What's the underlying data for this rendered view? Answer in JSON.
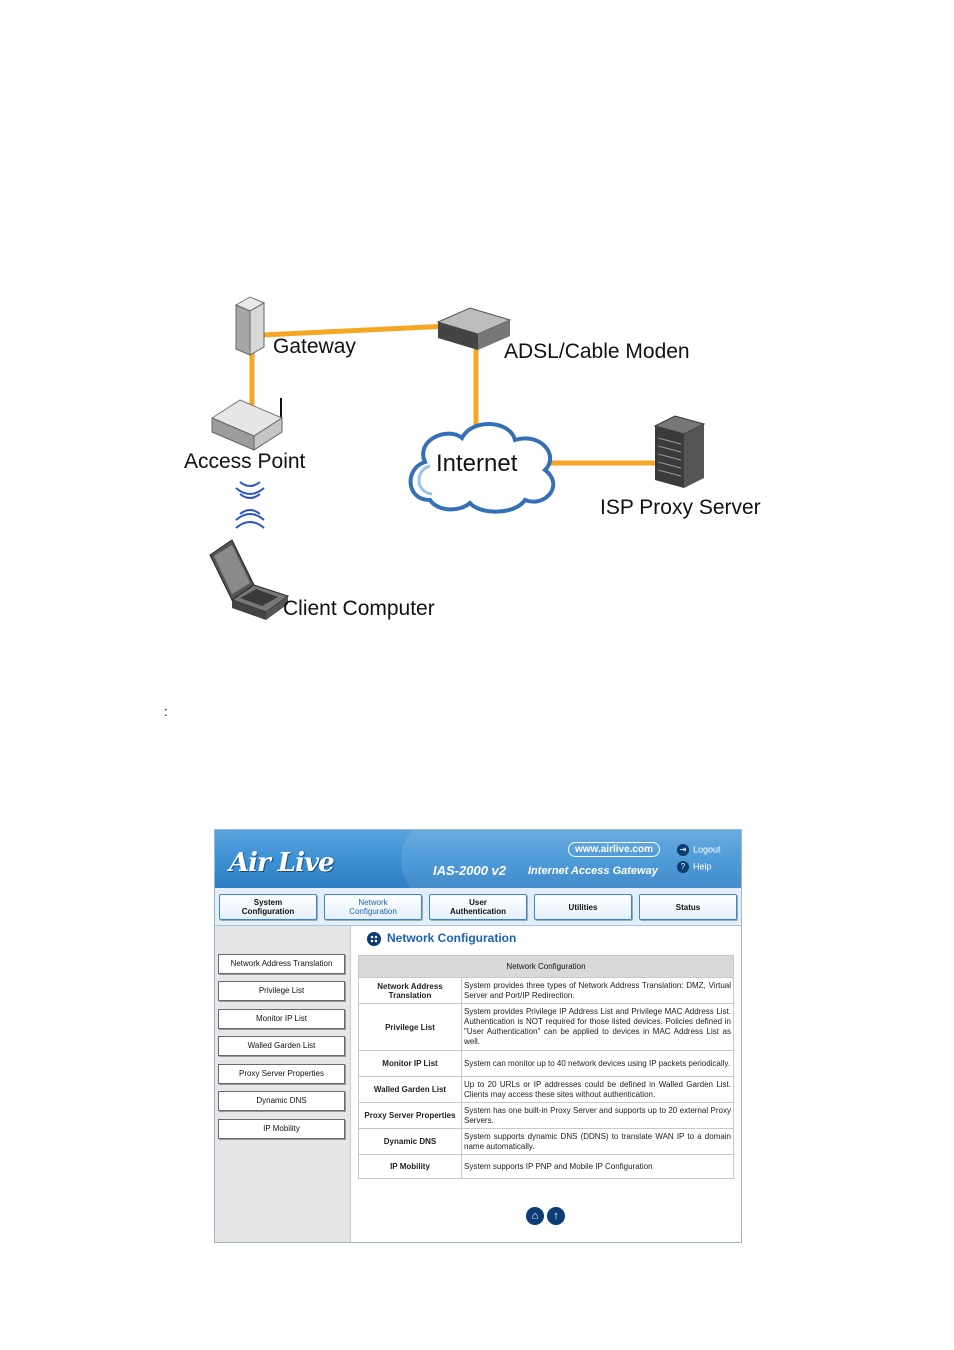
{
  "diagram": {
    "labels": {
      "gateway": "Gateway",
      "modem": "ADSL/Cable Moden",
      "access_point": "Access Point",
      "internet": "Internet",
      "proxy": "ISP Proxy Server",
      "client": "Client Computer"
    },
    "link_color": "#f5a623"
  },
  "stray_colon": ":",
  "screenshot": {
    "brand": "Air Live",
    "site_url": "www.airlive.com",
    "product": "IAS-2000 v2",
    "tagline": "Internet Access Gateway",
    "top_links": {
      "logout": "Logout",
      "help": "Help"
    },
    "nav": [
      {
        "line1": "System",
        "line2": "Configuration"
      },
      {
        "line1": "Network",
        "line2": "Configuration"
      },
      {
        "line1": "User",
        "line2": "Authentication"
      },
      {
        "line1": "Utilities",
        "line2": ""
      },
      {
        "line1": "Status",
        "line2": ""
      }
    ],
    "active_nav": "Network Configuration",
    "sidebar": [
      "Network Address Translation",
      "Privilege List",
      "Monitor IP List",
      "Walled Garden List",
      "Proxy Server Properties",
      "Dynamic DNS",
      "IP Mobility"
    ],
    "page_title": "Network Configuration",
    "table": {
      "header": "Network Configuration",
      "rows": [
        {
          "name": "Network Address Translation",
          "desc": "System provides three types of Network Address Translation: DMZ, Virtual Server and Port/IP Redirection."
        },
        {
          "name": "Privilege List",
          "desc": "System provides Privilege IP Address List and Privilege MAC Address List. Authentication is NOT required for those listed devices. Policies defined in \"User Authentication\" can be applied to devices in MAC Address List as well."
        },
        {
          "name": "Monitor IP List",
          "desc": "System can monitor up to 40 network devices using IP packets periodically."
        },
        {
          "name": "Walled Garden List",
          "desc": "Up to 20 URLs or IP addresses could be defined in Walled Garden List. Clients may access these sites without authentication."
        },
        {
          "name": "Proxy Server Properties",
          "desc": "System has one built-in Proxy Server and supports up to 20 external Proxy Servers."
        },
        {
          "name": "Dynamic DNS",
          "desc": "System supports dynamic DNS (DDNS) to translate WAN IP to a domain name automatically."
        },
        {
          "name": "IP Mobility",
          "desc": "System supports IP PNP and Mobile IP Configuration"
        }
      ]
    },
    "footer_icons": [
      "home-icon",
      "up-arrow-icon"
    ]
  }
}
